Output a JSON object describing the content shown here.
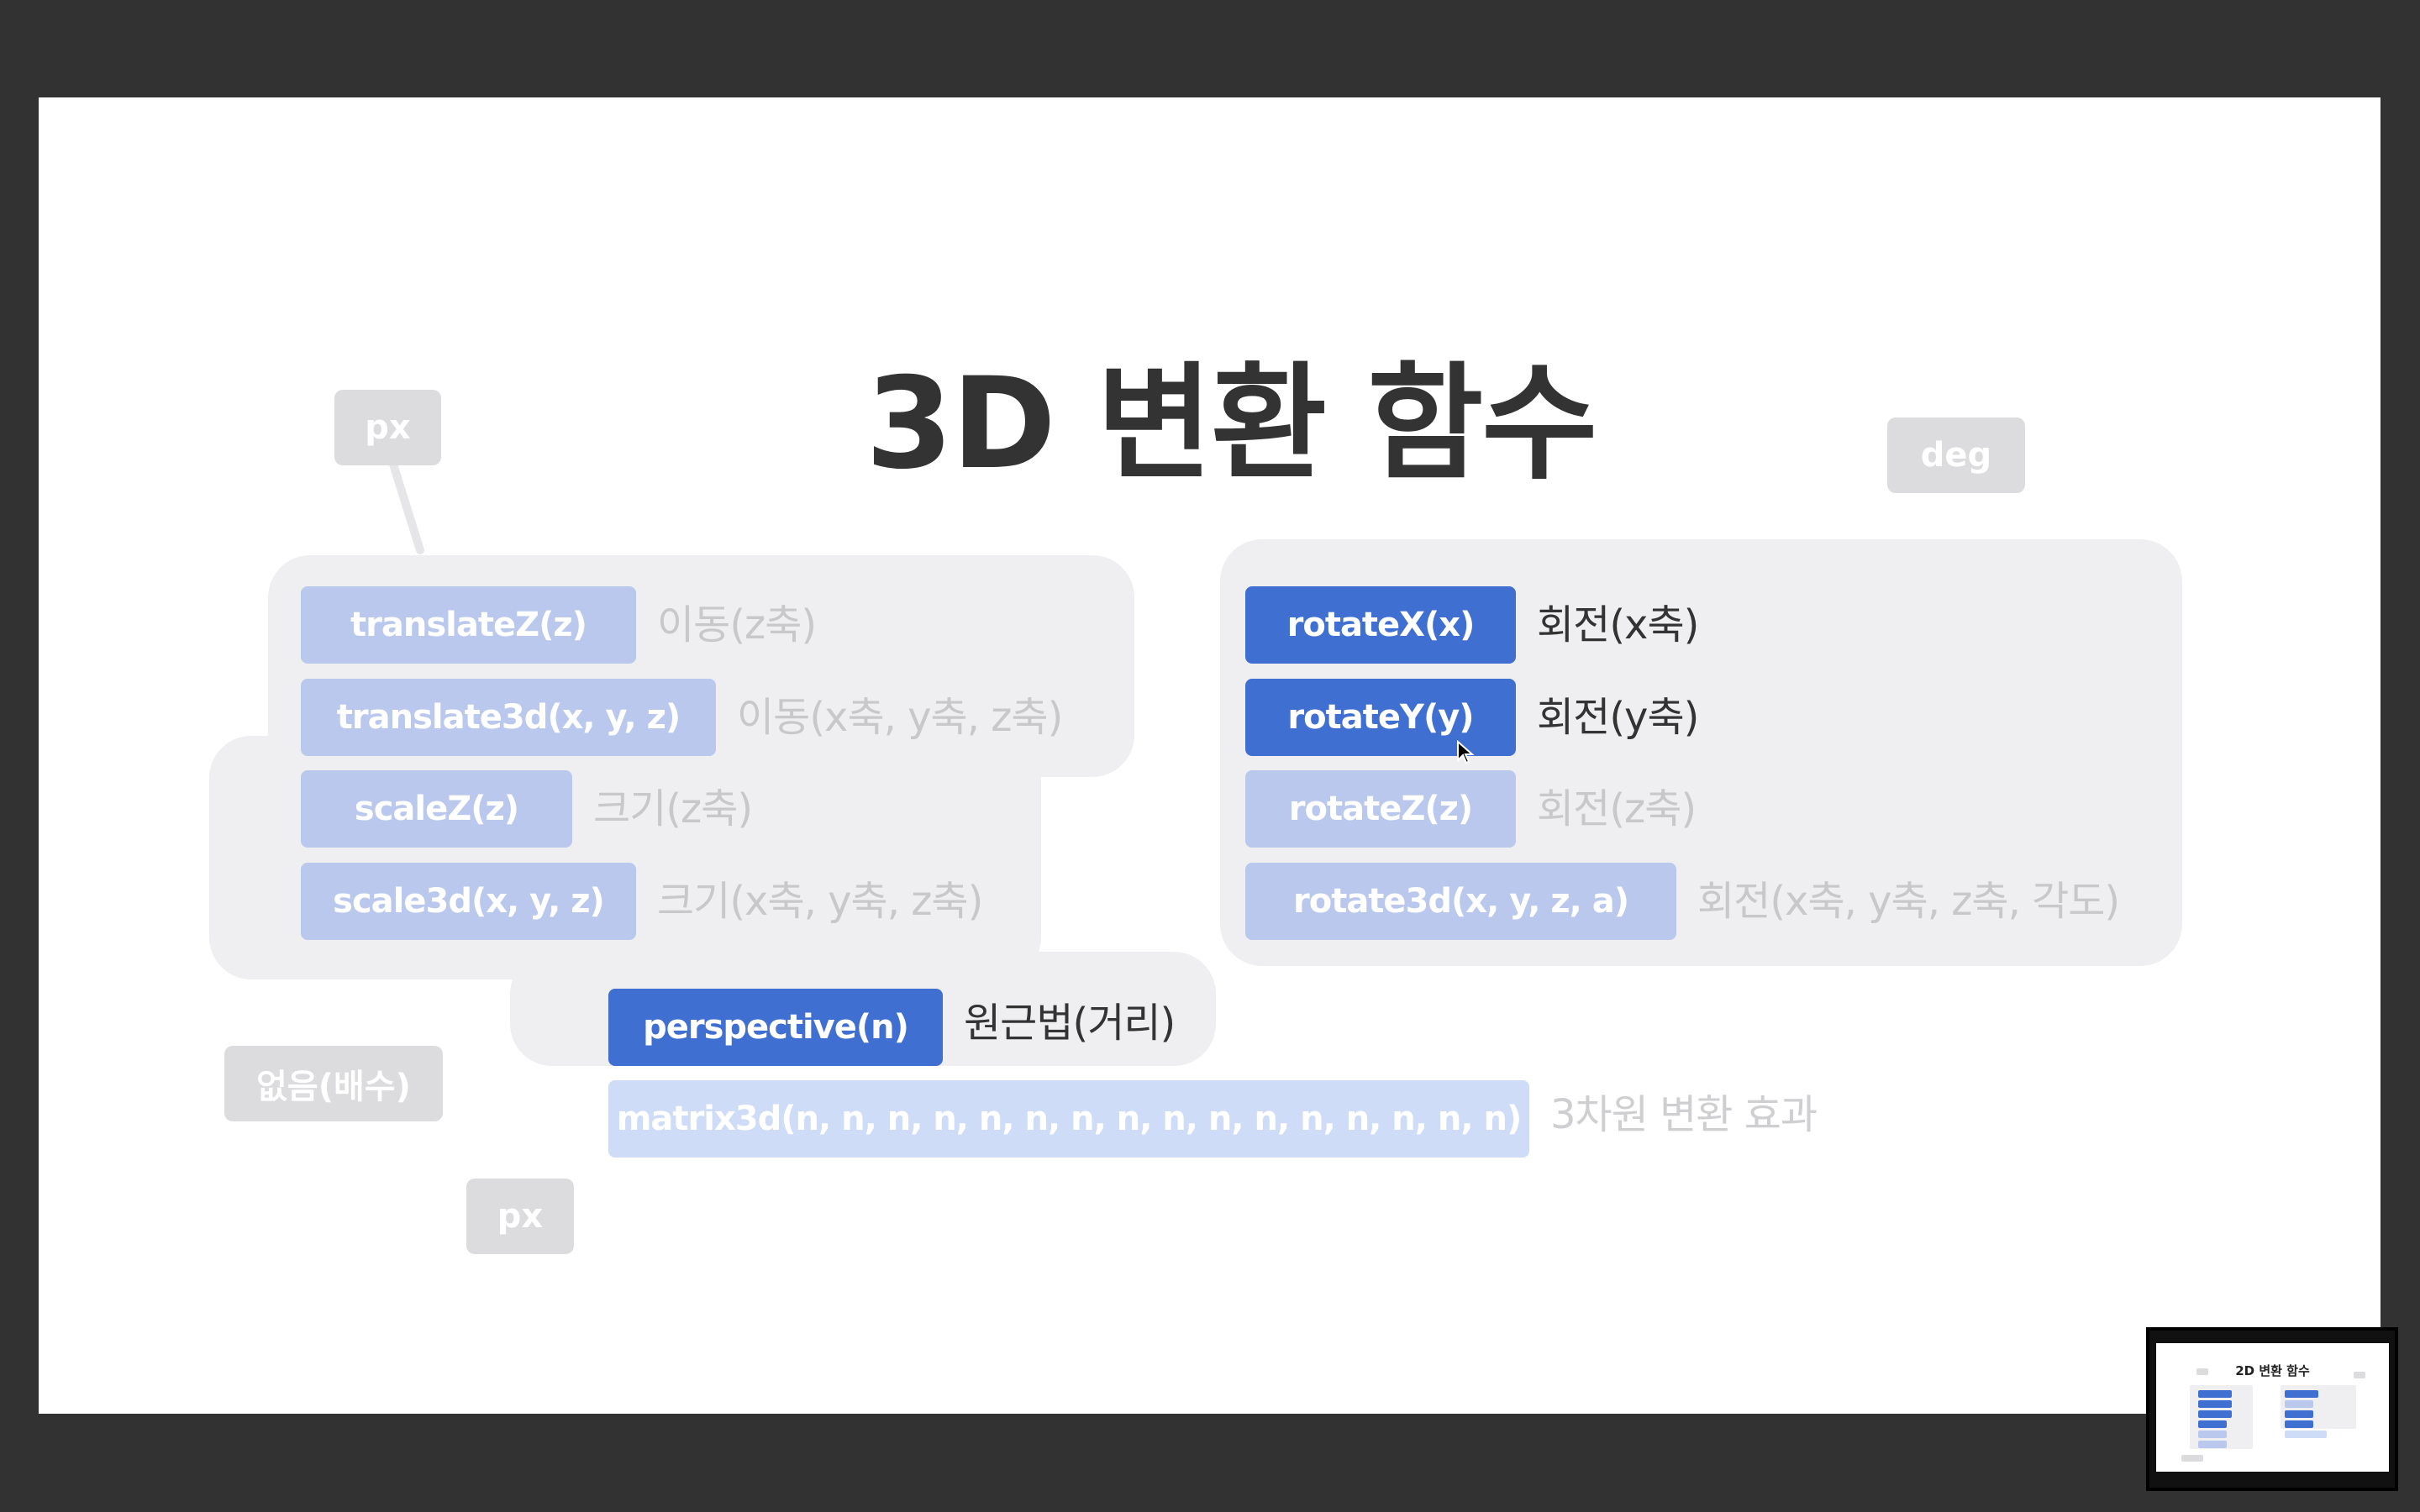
{
  "slide": {
    "title": "3D 변환 함수",
    "units": {
      "translate": "px",
      "rotate": "deg",
      "scale": "없음(배수)",
      "perspective": "px"
    },
    "left_group": [
      {
        "fn": "translateZ(z)",
        "desc": "이동(z축)"
      },
      {
        "fn": "translate3d(x, y, z)",
        "desc": "이동(x축, y축, z축)"
      },
      {
        "fn": "scaleZ(z)",
        "desc": "크기(z축)"
      },
      {
        "fn": "scale3d(x, y, z)",
        "desc": "크기(x축, y축, z축)"
      }
    ],
    "right_group": [
      {
        "fn": "rotateX(x)",
        "desc": "회전(x축)"
      },
      {
        "fn": "rotateY(y)",
        "desc": "회전(y축)"
      },
      {
        "fn": "rotateZ(z)",
        "desc": "회전(z축)"
      },
      {
        "fn": "rotate3d(x, y, z, a)",
        "desc": "회전(x축, y축, z축, 각도)"
      }
    ],
    "perspective": {
      "fn": "perspective(n)",
      "desc": "원근법(거리)"
    },
    "matrix": {
      "fn": "matrix3d(n, n, n, n, n, n, n, n, n, n, n, n, n, n, n, n)",
      "desc": "3차원 변환 효과"
    }
  },
  "thumbnail": {
    "title": "2D 변환 함수"
  },
  "colors": {
    "active": "#3f6fd1",
    "faded": "#b9c8ec",
    "light": "#cfdcf7",
    "panel": "#efeff1",
    "unit": "#dcdcdf"
  }
}
